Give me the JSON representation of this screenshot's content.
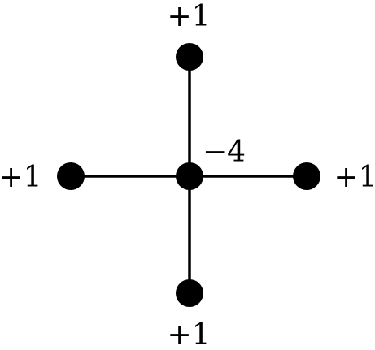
{
  "diagram": {
    "colors": {
      "ink": "#000000",
      "background": "#ffffff"
    },
    "nodes": [
      {
        "id": "center",
        "position": "center",
        "label": "−4"
      },
      {
        "id": "top",
        "position": "top",
        "label": "+1"
      },
      {
        "id": "left",
        "position": "left",
        "label": "+1"
      },
      {
        "id": "right",
        "position": "right",
        "label": "+1"
      },
      {
        "id": "bottom",
        "position": "bottom",
        "label": "+1"
      }
    ],
    "edges": [
      {
        "from": "center",
        "to": "top"
      },
      {
        "from": "center",
        "to": "left"
      },
      {
        "from": "center",
        "to": "right"
      },
      {
        "from": "center",
        "to": "bottom"
      }
    ]
  }
}
